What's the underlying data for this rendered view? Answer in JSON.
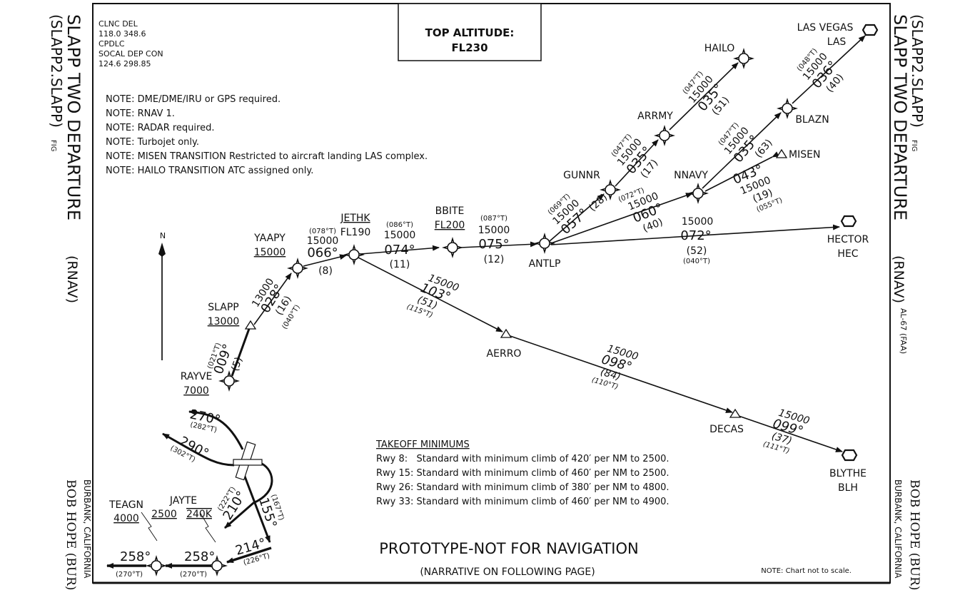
{
  "chart": {
    "title": "SLAPP TWO DEPARTURE",
    "title_suffix": "(RNAV)",
    "computer_code": "(SLAPP2.SLAPP)",
    "fig": "FIG",
    "airport": "BOB HOPE (BUR)",
    "city": "BURBANK, CALIFORNIA",
    "volume": "AL-67 (FAA)",
    "top_altitude_label": "TOP ALTITUDE:",
    "top_altitude_value": "FL230",
    "prototype_banner": "PROTOTYPE-NOT FOR NAVIGATION",
    "narrative": "(NARRATIVE ON FOLLOWING PAGE)",
    "scale_note": "NOTE: Chart not to scale.",
    "north": "N"
  },
  "frequencies": [
    "CLNC DEL",
    "118.0  348.6",
    "CPDLC",
    "SOCAL DEP CON",
    "124.6  298.85"
  ],
  "notes": [
    "NOTE: DME/DME/IRU or GPS required.",
    "NOTE: RNAV 1.",
    "NOTE: RADAR required.",
    "NOTE: Turbojet only.",
    "NOTE: MISEN TRANSITION Restricted to aircraft landing LAS complex.",
    "NOTE: HAILO TRANSITION ATC assigned only."
  ],
  "takeoff_minimums": {
    "title": "TAKEOFF MINIMUMS",
    "rows": [
      "Rwy 8:   Standard with minimum climb of 420′ per NM to 2500.",
      "Rwy 15: Standard with minimum climb of 460′ per NM to 2500.",
      "Rwy 26: Standard with minimum climb of 380′ per NM to 4800.",
      "Rwy 33: Standard with minimum climb of 460′ per NM to 4900."
    ]
  },
  "fixes": {
    "teagn": {
      "name": "TEAGN",
      "alt": "4000"
    },
    "jayte": {
      "name": "JAYTE",
      "alt": "2500",
      "speed": "240K"
    },
    "rayve": {
      "name": "RAYVE",
      "alt": "7000"
    },
    "slapp": {
      "name": "SLAPP",
      "alt": "13000"
    },
    "yaapy": {
      "name": "YAAPY",
      "alt": "15000"
    },
    "jethk": {
      "name": "JETHK",
      "alt": "FL190"
    },
    "bbite": {
      "name": "BBITE",
      "alt": "FL200"
    },
    "antlp": {
      "name": "ANTLP"
    },
    "gunnr": {
      "name": "GUNNR"
    },
    "arrmy": {
      "name": "ARRMY"
    },
    "hailo": {
      "name": "HAILO"
    },
    "nnavy": {
      "name": "NNAVY"
    },
    "blazn": {
      "name": "BLAZN"
    },
    "misen": {
      "name": "MISEN"
    },
    "aerro": {
      "name": "AERRO"
    },
    "decas": {
      "name": "DECAS"
    },
    "las": {
      "name": "LAS VEGAS",
      "id": "LAS"
    },
    "hec": {
      "name": "HECTOR",
      "id": "HEC"
    },
    "blh": {
      "name": "BLYTHE",
      "id": "BLH"
    }
  },
  "departure_headings": {
    "rwy_270": {
      "mag": "270°",
      "true": "(282°T)"
    },
    "rwy_290": {
      "mag": "290°",
      "true": "(302°T)"
    },
    "rwy_210": {
      "mag": "210°",
      "true": "(222°T)"
    },
    "rwy_155": {
      "mag": "155°",
      "true": "(167°T)"
    },
    "leg_214": {
      "mag": "214°",
      "true": "(226°T)"
    },
    "leg_258a": {
      "mag": "258°",
      "true": "(270°T)"
    },
    "leg_258b": {
      "mag": "258°",
      "true": "(270°T)"
    }
  },
  "legs": {
    "rayve_slapp": {
      "course": "009°",
      "dist": "(5)",
      "true": "(021°T)"
    },
    "slapp_yaapy": {
      "alt": "13000",
      "course": "028°",
      "dist": "(16)",
      "true": "(040°T)"
    },
    "yaapy_jethk": {
      "true": "(078°T)",
      "alt": "15000",
      "course": "066°",
      "dist": "(8)"
    },
    "jethk_bbite": {
      "true": "(086°T)",
      "alt": "15000",
      "course": "074°",
      "dist": "(11)"
    },
    "bbite_antlp": {
      "true": "(087°T)",
      "alt": "15000",
      "course": "075°",
      "dist": "(12)"
    },
    "antlp_gunnr": {
      "true": "(069°T)",
      "alt": "15000",
      "course": "057°",
      "dist": "(28)"
    },
    "gunnr_arrmy": {
      "true": "(047°T)",
      "alt": "15000",
      "course": "035°",
      "dist": "(17)"
    },
    "arrmy_hailo": {
      "true": "(047°T)",
      "alt": "15000",
      "course": "035°",
      "dist": "(51)"
    },
    "antlp_nnavy": {
      "true": "(072°T)",
      "alt": "15000",
      "course": "060°",
      "dist": "(40)"
    },
    "nnavy_blazn": {
      "true": "(047°T)",
      "alt": "15000",
      "course": "035°",
      "dist": "(63)"
    },
    "blazn_las": {
      "true": "(048°T)",
      "alt": "15000",
      "course": "036°",
      "dist": "(40)"
    },
    "nnavy_misen": {
      "course": "043°",
      "alt": "15000",
      "dist": "(19)",
      "true": "(055°T)"
    },
    "antlp_hec": {
      "alt": "15000",
      "course": "072°",
      "dist": "(52)",
      "true": "(040°T)"
    },
    "jethk_aerro": {
      "alt": "15000",
      "course": "103°",
      "dist": "(51)",
      "true": "(115°T)"
    },
    "aerro_decas": {
      "alt": "15000",
      "course": "098°",
      "dist": "(84)",
      "true": "(110°T)"
    },
    "decas_blh": {
      "alt": "15000",
      "course": "099°",
      "dist": "(37)",
      "true": "(111°T)"
    }
  }
}
